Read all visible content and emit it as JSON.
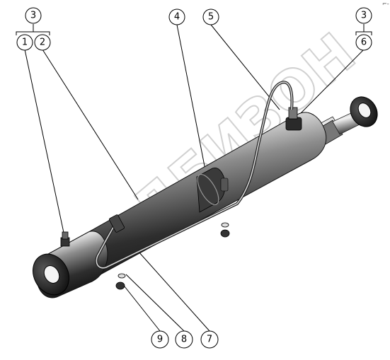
{
  "diagram": {
    "watermark": "ДБИЗОН",
    "corner_mark": "⌐-",
    "callouts": [
      {
        "id": "3a",
        "label": "3"
      },
      {
        "id": "1",
        "label": "1"
      },
      {
        "id": "2",
        "label": "2"
      },
      {
        "id": "4",
        "label": "4"
      },
      {
        "id": "5",
        "label": "5"
      },
      {
        "id": "3b",
        "label": "3"
      },
      {
        "id": "6",
        "label": "6"
      },
      {
        "id": "9",
        "label": "9"
      },
      {
        "id": "8",
        "label": "8"
      },
      {
        "id": "7",
        "label": "7"
      }
    ]
  }
}
